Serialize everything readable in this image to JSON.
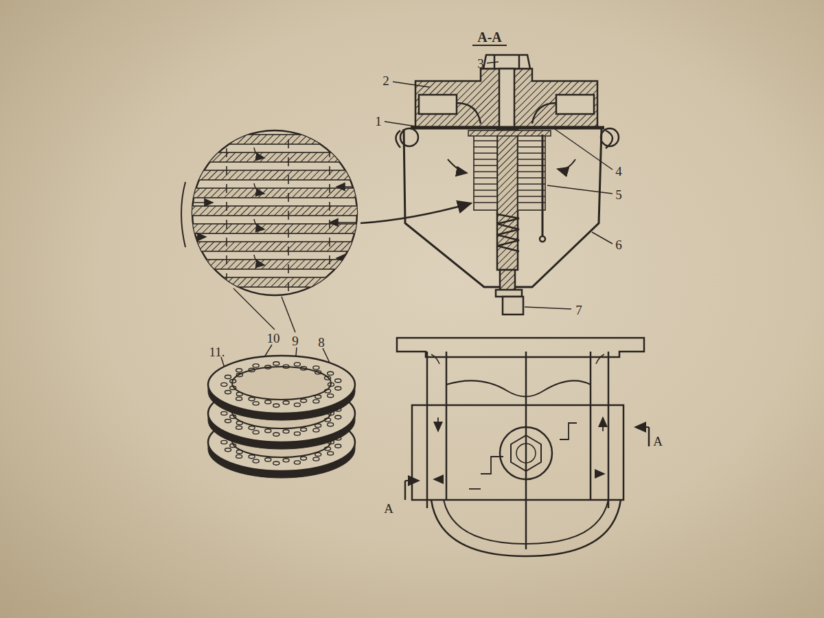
{
  "diagram": {
    "labels": [
      "А-А",
      "3",
      "2",
      "1",
      "4",
      "5",
      "6",
      "7",
      "11.",
      "10",
      "9",
      "8",
      "А",
      "А"
    ]
  }
}
